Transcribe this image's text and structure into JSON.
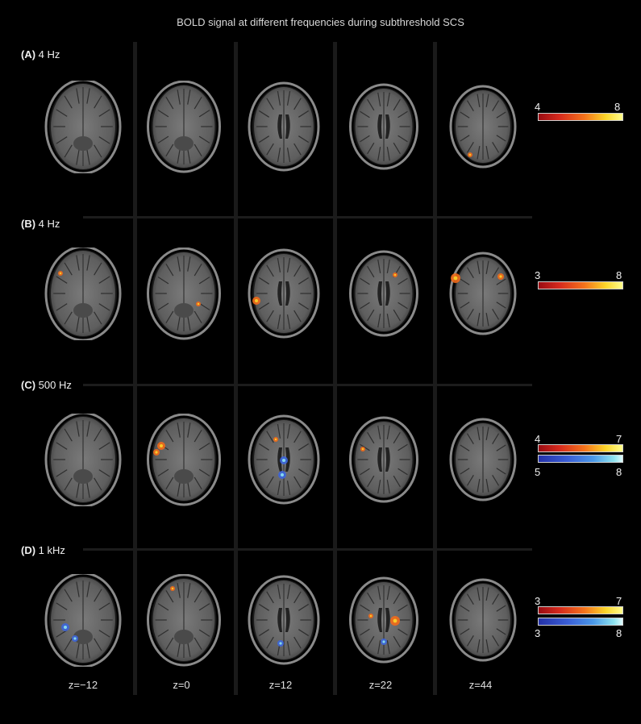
{
  "title": "BOLD signal at different frequencies during subthreshold SCS",
  "rows": [
    {
      "letter": "(A)",
      "freq": "4 Hz",
      "hot_min": "4",
      "hot_max": "8"
    },
    {
      "letter": "(B)",
      "freq": "4 Hz",
      "hot_min": "3",
      "hot_max": "8"
    },
    {
      "letter": "(C)",
      "freq": "500 Hz",
      "hot_min": "4",
      "hot_max": "7",
      "cool_min": "5",
      "cool_max": "8"
    },
    {
      "letter": "(D)",
      "freq": "1 kHz",
      "hot_min": "3",
      "hot_max": "7",
      "cool_min": "3",
      "cool_max": "8"
    }
  ],
  "slices": [
    "z=−12",
    "z=0",
    "z=12",
    "z=22",
    "z=44"
  ],
  "colors": {
    "background": "#000000",
    "hot": "#f5741b",
    "cool": "#3a5ed6"
  }
}
